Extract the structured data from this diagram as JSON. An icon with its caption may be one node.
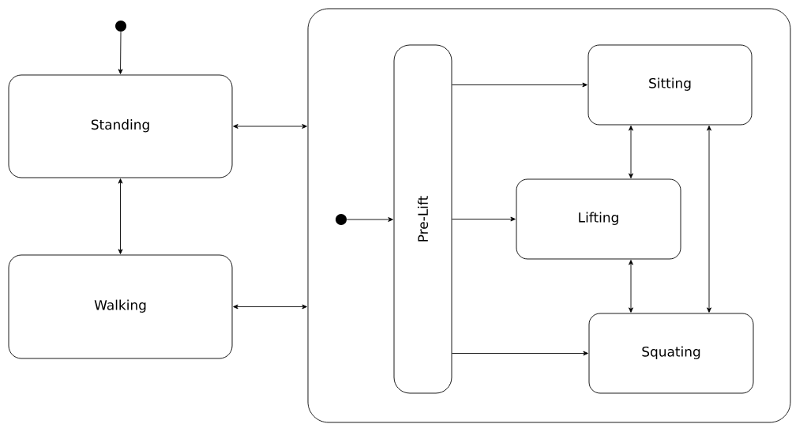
{
  "diagram": {
    "nodes": [
      {
        "text": [],
        "shape": "circle"
      },
      {
        "text": [
          "Standing"
        ]
      },
      {
        "text": [
          "Walking"
        ]
      },
      {
        "text": [],
        "shape": "box"
      },
      {
        "text": [],
        "shape": "circle",
        "in": 3
      },
      {
        "text": [
          "Pre-Lift"
        ],
        "in": 3
      },
      {
        "text": [
          "Sitting"
        ],
        "in": 3
      },
      {
        "text": [
          "Lifting"
        ],
        "in": 3
      },
      {
        "text": [
          "Squating"
        ],
        "in": 3
      }
    ],
    "edges": [
      {
        "from": 0,
        "to": 1,
        "arrow": "to"
      },
      {
        "from": 1,
        "to": 3,
        "arrow": "both"
      },
      {
        "from": 1,
        "to": 2,
        "arrow": "both"
      },
      {
        "from": 2,
        "to": 3,
        "arrow": "both"
      },
      {
        "from": 4,
        "to": 5,
        "arrow": "to"
      },
      {
        "from": 5,
        "to": 6,
        "arrow": "to"
      },
      {
        "from": 5,
        "to": 7,
        "arrow": "to"
      },
      {
        "from": 5,
        "to": 8,
        "arrow": "to"
      },
      {
        "from": 6,
        "to": 7,
        "arrow": "both"
      },
      {
        "from": 7,
        "to": 8,
        "arrow": "both"
      },
      {
        "from": 6,
        "to": 8,
        "arrow": "both"
      }
    ]
  }
}
